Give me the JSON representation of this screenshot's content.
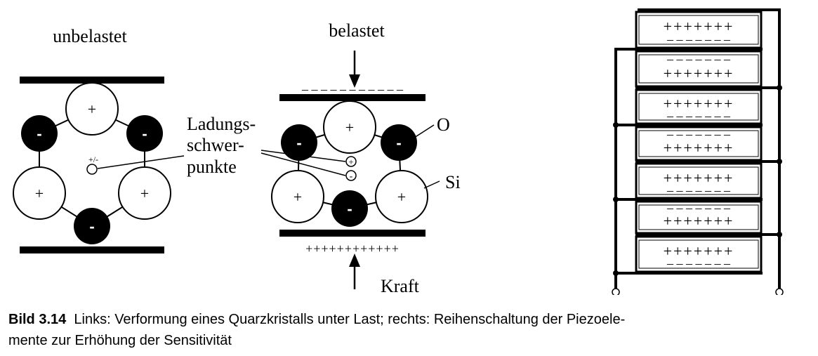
{
  "figure": {
    "left": {
      "title": "unbelastet",
      "marker": "+/-"
    },
    "middle": {
      "title": "belastet",
      "label_charge_centers": [
        "Ladungs-",
        "schwer-",
        "punkte"
      ],
      "label_o": "O",
      "label_si": "Si",
      "label_force": "Kraft",
      "top_charge": "– – – – – – – – – – –",
      "bottom_charge": "++++++++++++"
    },
    "right": {
      "plates": [
        {
          "top": "+++++++",
          "bottom": "– – – – – – –"
        },
        {
          "top": "– – – – – – –",
          "bottom": "+++++++"
        },
        {
          "top": "+++++++",
          "bottom": "– – – – – – –"
        },
        {
          "top": "– – – – – – –",
          "bottom": "+++++++"
        },
        {
          "top": "+++++++",
          "bottom": "– – – – – – –"
        },
        {
          "top": "– – – – – – –",
          "bottom": "+++++++"
        },
        {
          "top": "+++++++",
          "bottom": "– – – – – – –"
        }
      ]
    },
    "symbols": {
      "plus": "+",
      "minus": "-"
    }
  },
  "caption": {
    "number": "Bild 3.14",
    "line1": "Links: Verformung eines Quarzkristalls unter Last; rechts: Reihenschaltung der Piezoele-",
    "line2": "mente zur Erhöhung der Sensitivität"
  }
}
